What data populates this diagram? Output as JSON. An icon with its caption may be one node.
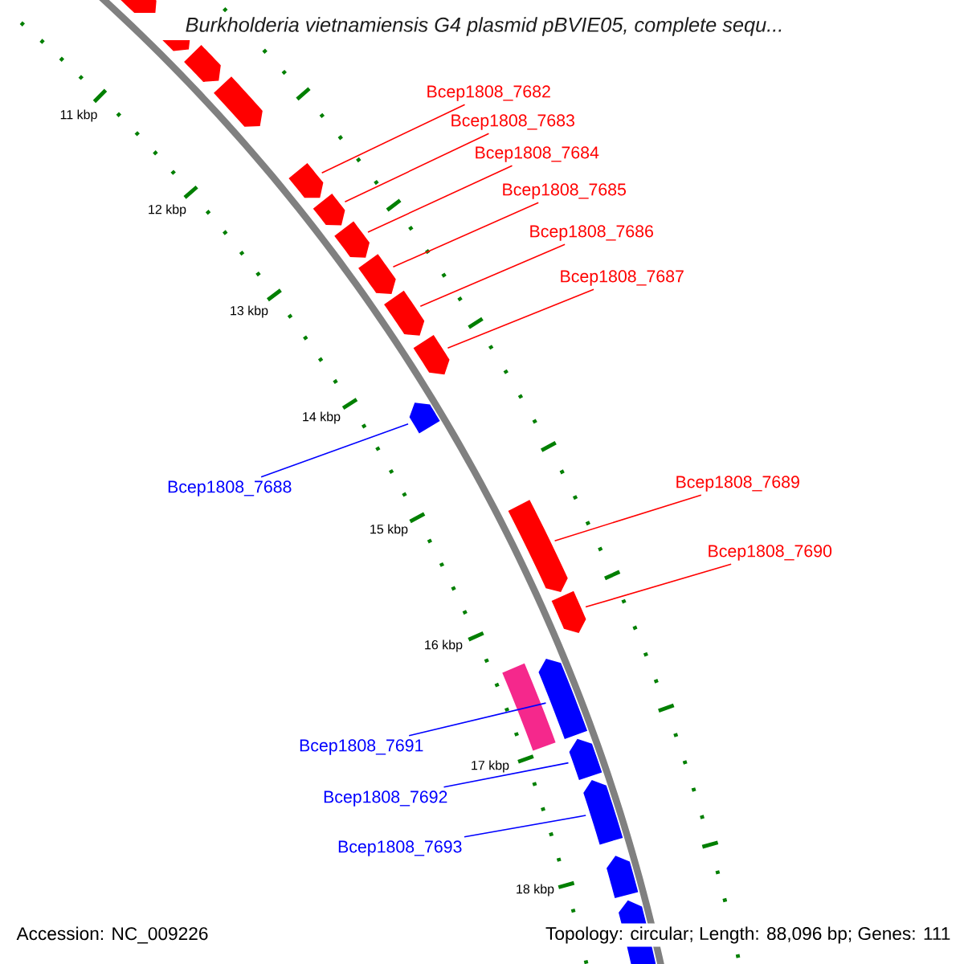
{
  "diagram": {
    "title": "Burkholderia vietnamiensis G4 plasmid pBVIE05, complete sequ...",
    "nodes": [
      {
        "text": [
          "Bcep1808_7682"
        ]
      },
      {
        "text": [
          "Bcep1808_7683"
        ]
      },
      {
        "text": [
          "Bcep1808_7684"
        ]
      },
      {
        "text": [
          "Bcep1808_7685"
        ]
      },
      {
        "text": [
          "Bcep1808_7686"
        ]
      },
      {
        "text": [
          "Bcep1808_7687"
        ]
      },
      {
        "text": [
          "Bcep1808_7688"
        ]
      },
      {
        "text": [
          "Bcep1808_7689"
        ]
      },
      {
        "text": [
          "Bcep1808_7690"
        ]
      },
      {
        "text": [
          "Bcep1808_7691"
        ]
      },
      {
        "text": [
          "Bcep1808_7692"
        ]
      },
      {
        "text": [
          "Bcep1808_7693"
        ]
      },
      {
        "text": [],
        "shape": "arrow"
      },
      {
        "text": [],
        "shape": "arrow"
      },
      {
        "text": [],
        "shape": "arrow"
      },
      {
        "text": [],
        "shape": "arrow"
      },
      {
        "text": [],
        "shape": "arrow"
      },
      {
        "text": [],
        "shape": "arrow"
      },
      {
        "text": [],
        "shape": "arrow"
      },
      {
        "text": [],
        "shape": "arrow"
      },
      {
        "text": [],
        "shape": "arrow"
      },
      {
        "text": [],
        "shape": "arrow"
      },
      {
        "text": [],
        "shape": "arrow"
      },
      {
        "text": [],
        "shape": "arrow"
      },
      {
        "text": [],
        "shape": "arrow"
      },
      {
        "text": [],
        "shape": "bar"
      },
      {
        "text": [],
        "shape": "arrow"
      },
      {
        "text": [],
        "shape": "arrow"
      },
      {
        "text": [],
        "shape": "arrow"
      },
      {
        "text": [],
        "shape": "arrow"
      },
      {
        "text": [],
        "shape": "arrow"
      }
    ],
    "edges": [
      {
        "from": 0,
        "to": 16,
        "arrow": "none"
      },
      {
        "from": 1,
        "to": 17,
        "arrow": "none"
      },
      {
        "from": 2,
        "to": 18,
        "arrow": "none"
      },
      {
        "from": 3,
        "to": 19,
        "arrow": "none"
      },
      {
        "from": 4,
        "to": 20,
        "arrow": "none"
      },
      {
        "from": 5,
        "to": 21,
        "arrow": "none"
      },
      {
        "from": 6,
        "to": 22,
        "arrow": "none",
        "color": "#0000ff"
      },
      {
        "from": 7,
        "to": 23,
        "arrow": "none"
      },
      {
        "from": 8,
        "to": 24,
        "arrow": "none"
      },
      {
        "from": 9,
        "to": 26,
        "arrow": "none",
        "color": "#0000ff"
      },
      {
        "from": 10,
        "to": 27,
        "arrow": "none",
        "color": "#0000ff"
      },
      {
        "from": 11,
        "to": 28,
        "arrow": "none",
        "color": "#0000ff"
      }
    ],
    "labels": [
      "11 kbp",
      "12 kbp",
      "13 kbp",
      "14 kbp",
      "15 kbp",
      "16 kbp",
      "17 kbp",
      "18 kbp",
      "Accession: NC_009226",
      "Topology: circular; Length: 88,096 bp; Genes: 111"
    ]
  }
}
